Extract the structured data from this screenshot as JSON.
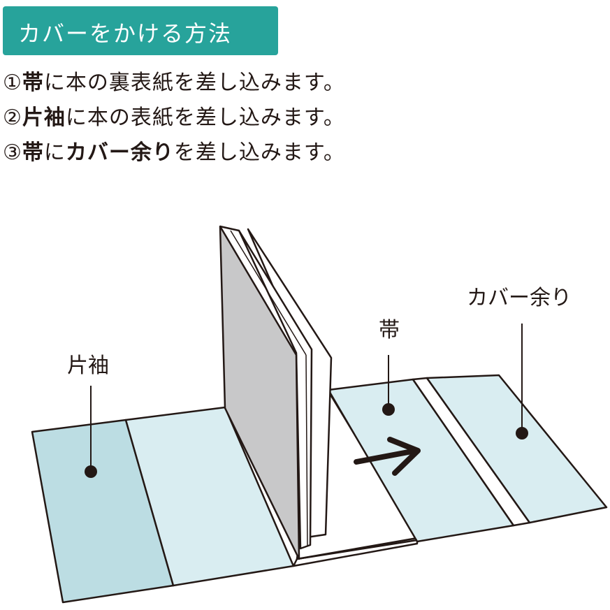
{
  "title": "カバーをかける方法",
  "steps": [
    {
      "mark": "①",
      "parts": [
        {
          "text": "帯",
          "bold": true
        },
        {
          "text": "に本の裏表紙を差し込みます。",
          "bold": false
        }
      ]
    },
    {
      "mark": "②",
      "parts": [
        {
          "text": "片袖",
          "bold": true
        },
        {
          "text": "に本の表紙を差し込みます。",
          "bold": false
        }
      ]
    },
    {
      "mark": "③",
      "parts": [
        {
          "text": "帯",
          "bold": true
        },
        {
          "text": "に",
          "bold": false
        },
        {
          "text": "カバー余り",
          "bold": true
        },
        {
          "text": "を差し込みます。",
          "bold": false
        }
      ]
    }
  ],
  "labels": {
    "sleeve": "片袖",
    "band": "帯",
    "cover_remainder": "カバー余り"
  },
  "colors": {
    "title_bg": "#27a39b",
    "sleeve_fill": "#bcdde3",
    "cover_fill": "#d9edf1",
    "book_gray": "#c8c8c9",
    "ink": "#231815"
  },
  "icons": {
    "arrow": "arrow-right-icon",
    "dot": "callout-dot"
  }
}
